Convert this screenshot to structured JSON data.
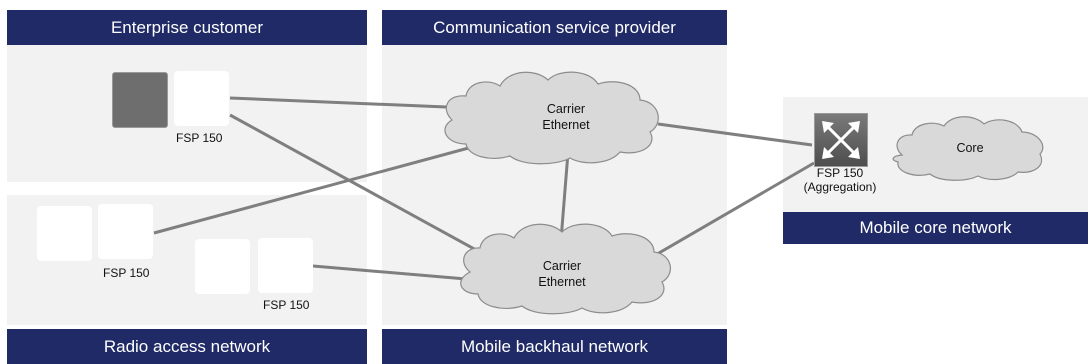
{
  "colors": {
    "header_bg": "#1f2a66",
    "panel_bg": "#f2f2f2",
    "cloud_fill": "#d9d9d9",
    "link_line": "#7f7f7f"
  },
  "headers": {
    "enterprise": "Enterprise customer",
    "csp": "Communication service provider",
    "radio": "Radio access network",
    "backhaul": "Mobile backhaul network",
    "mobile_core": "Mobile core network"
  },
  "clouds": {
    "upper": {
      "line1": "Carrier",
      "line2": "Ethernet"
    },
    "lower": {
      "line1": "Carrier",
      "line2": "Ethernet"
    },
    "core": {
      "label": "Core"
    }
  },
  "devices": {
    "enterprise_fsp": "FSP 150",
    "radio_fsp_a": "FSP 150",
    "radio_fsp_b": "FSP 150",
    "aggregation_name": "FSP 150",
    "aggregation_role": "(Aggregation)",
    "aggregation_icon": "cross-arrows-switch-icon"
  }
}
